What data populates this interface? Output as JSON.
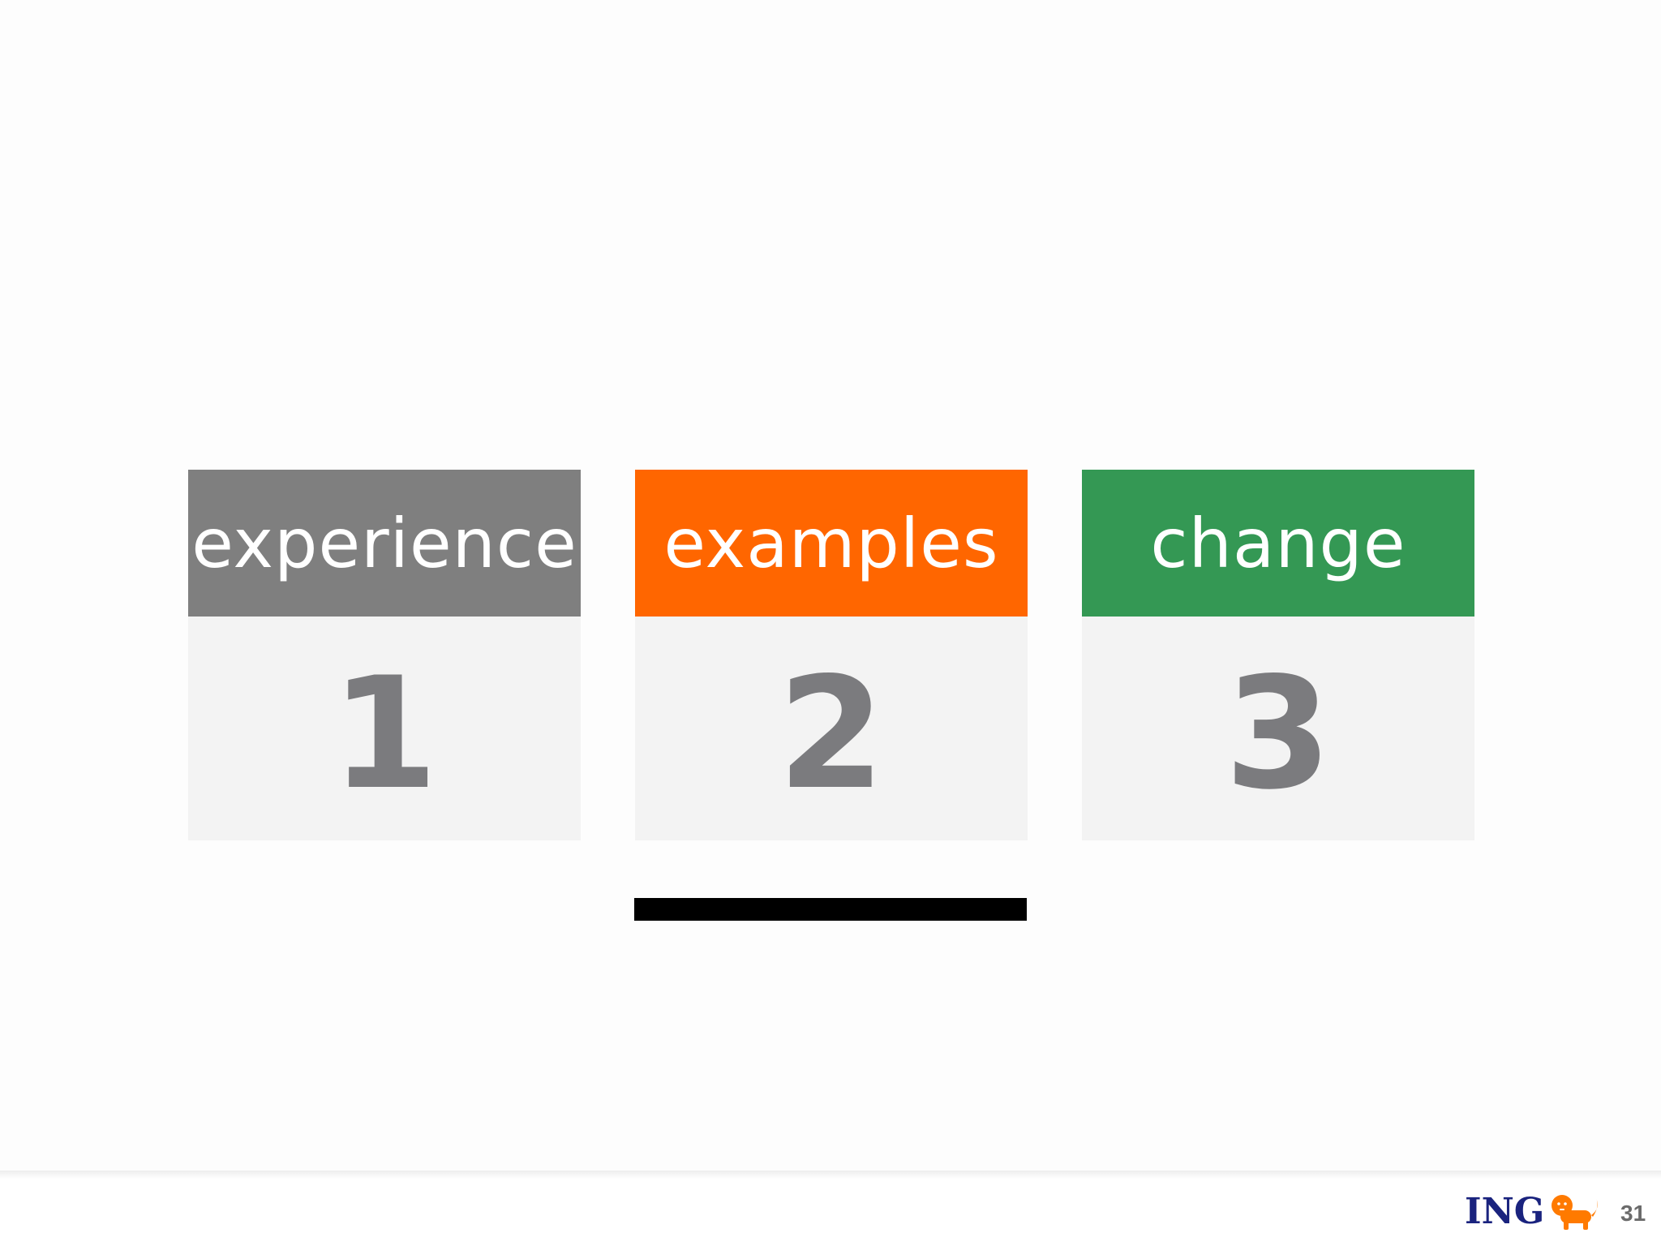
{
  "cards": [
    {
      "label": "experience",
      "number": "1",
      "header_color": "#7f7f7f"
    },
    {
      "label": "examples",
      "number": "2",
      "header_color": "#ff6600"
    },
    {
      "label": "change",
      "number": "3",
      "header_color": "#349854"
    }
  ],
  "active_card": "2",
  "footer": {
    "logo_text": "ING",
    "logo_icon": "lion-icon",
    "page_number": "31"
  },
  "colors": {
    "number_text": "#7b7b7e",
    "card_body": "#f3f3f3",
    "logo_text": "#1a237e",
    "lion": "#ff7a00"
  }
}
